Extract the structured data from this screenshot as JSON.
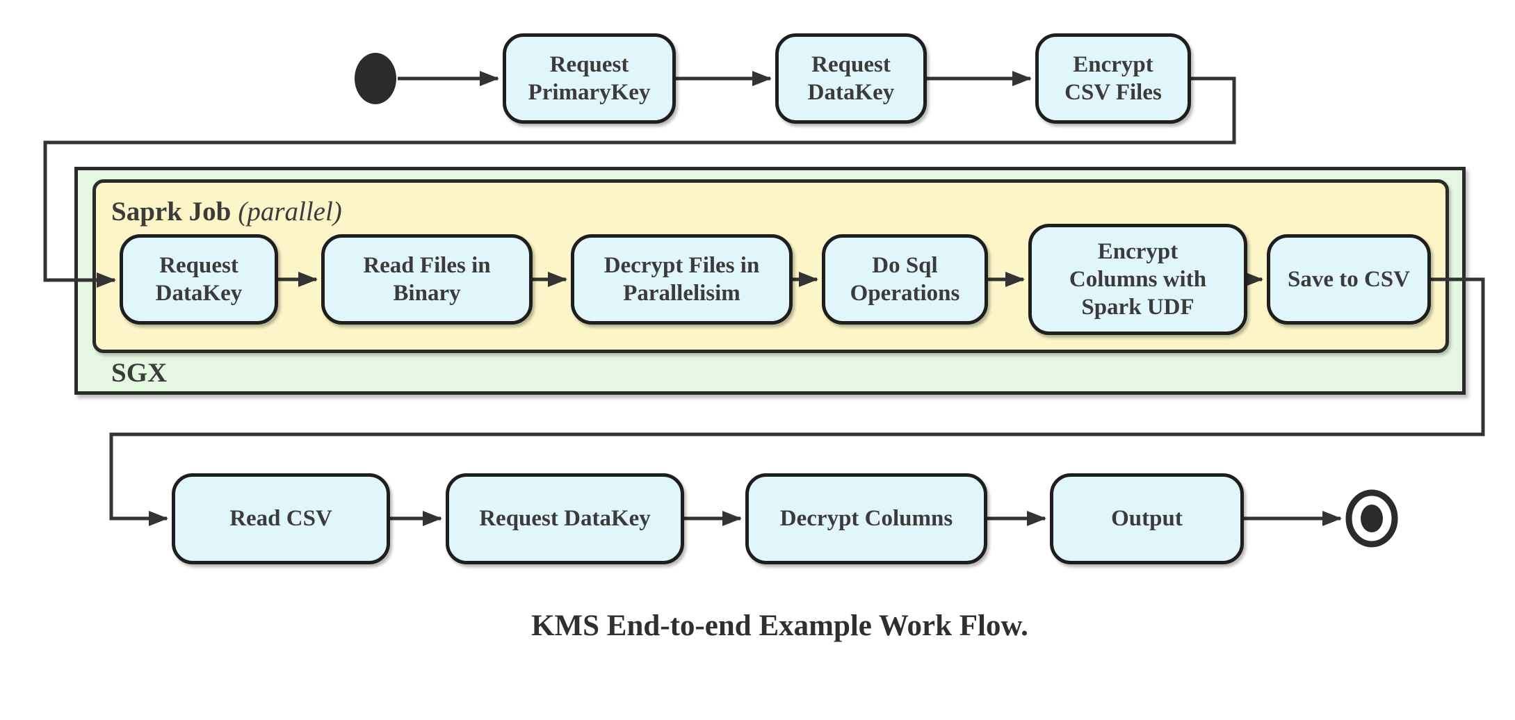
{
  "title": "KMS End-to-end Example Work Flow.",
  "colors": {
    "node_fill": "#E1F6FA",
    "node_border": "#1E1E1E",
    "spark_container_fill": "#FBF5C7",
    "sgx_container_fill": "#E4F7E1",
    "connector": "#333333",
    "text": "#3B3B3B"
  },
  "icons": {
    "start": "start-state-icon",
    "end": "end-state-icon"
  },
  "containers": {
    "sgx": {
      "label": "SGX"
    },
    "spark": {
      "label": "Saprk Job",
      "label_suffix": "(parallel)"
    }
  },
  "flow": {
    "top_row": [
      "Request\nPrimaryKey",
      "Request\nDataKey",
      "Encrypt\nCSV Files"
    ],
    "middle_row": [
      "Request\nDataKey",
      "Read Files in\nBinary",
      "Decrypt Files in\nParallelisim",
      "Do Sql\nOperations",
      "Encrypt\nColumns with\nSpark UDF",
      "Save to CSV"
    ],
    "bottom_row": [
      "Read CSV",
      "Request DataKey",
      "Decrypt Columns",
      "Output"
    ]
  }
}
